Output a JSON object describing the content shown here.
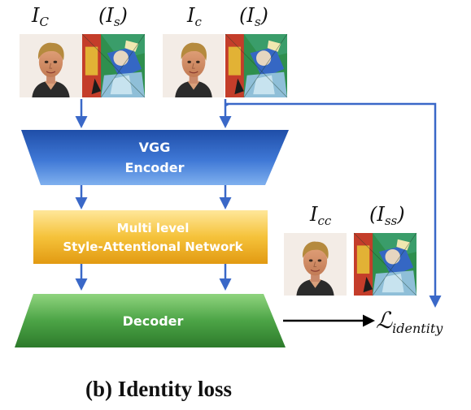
{
  "labels": {
    "ic_left": "I",
    "ic_left_sub": "C",
    "is_left": "(I",
    "is_left_sub": "s",
    "is_left_close": ")",
    "ic_right": "I",
    "ic_right_sub": "c",
    "is_right": "(I",
    "is_right_sub": "s",
    "is_right_close": ")",
    "icc": "I",
    "icc_sub": "cc",
    "iss": "(I",
    "iss_sub": "ss",
    "iss_close": ")"
  },
  "blocks": {
    "encoder_line1": "VGG",
    "encoder_line2": "Encoder",
    "attention_line1": "Multi level",
    "attention_line2": "Style-Attentional Network",
    "decoder": "Decoder"
  },
  "loss": {
    "symbol": "ℒ",
    "subscript": "identity"
  },
  "caption": "(b) Identity loss",
  "colors": {
    "arrow_blue": "#3a68c8",
    "encoder_blue": "#2a56b8",
    "attention_gold": "#f2b62a",
    "decoder_green": "#3f9a3a"
  },
  "images": {
    "content_photo": "face-portrait",
    "style_painting": "cubist-painting"
  }
}
